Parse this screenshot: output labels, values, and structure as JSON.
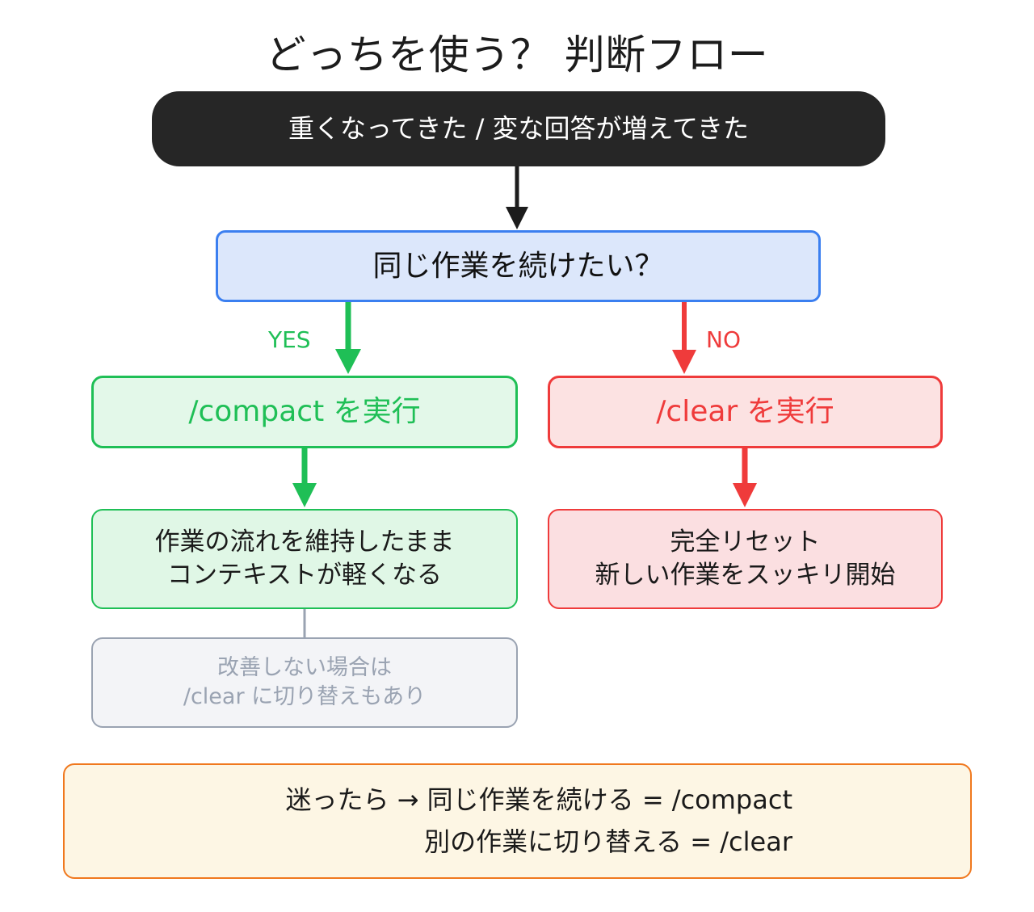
{
  "page": {
    "title": "どっちを使う？ 判断フロー",
    "background": "#ffffff"
  },
  "colors": {
    "start_bg": "#262626",
    "decision_border": "#3b7ff0",
    "decision_bg": "#dce7fb",
    "green": "#1fbf56",
    "green_bg": "#e3f8e9",
    "red": "#ef3b3b",
    "red_bg": "#fce2e2",
    "note_border": "#9aa3b2",
    "note_bg": "#f3f4f7",
    "summary_border": "#f0781e",
    "summary_bg": "#fdf6e4"
  },
  "flow": {
    "start": {
      "label": "重くなってきた / 変な回答が増えてきた"
    },
    "decision": {
      "label": "同じ作業を続けたい？"
    },
    "edges": {
      "yes_label": "YES",
      "no_label": "NO"
    },
    "branch_yes": {
      "action": "/compact を実行",
      "result_line1": "作業の流れを維持したまま",
      "result_line2": "コンテキストが軽くなる",
      "note_line1": "改善しない場合は",
      "note_line2": "/clear に切り替えもあり"
    },
    "branch_no": {
      "action": "/clear を実行",
      "result_line1": "完全リセット",
      "result_line2": "新しい作業をスッキリ開始"
    },
    "summary": {
      "line1": "迷ったら →  同じ作業を続ける = /compact",
      "line2": "別の作業に切り替える = /clear"
    }
  }
}
